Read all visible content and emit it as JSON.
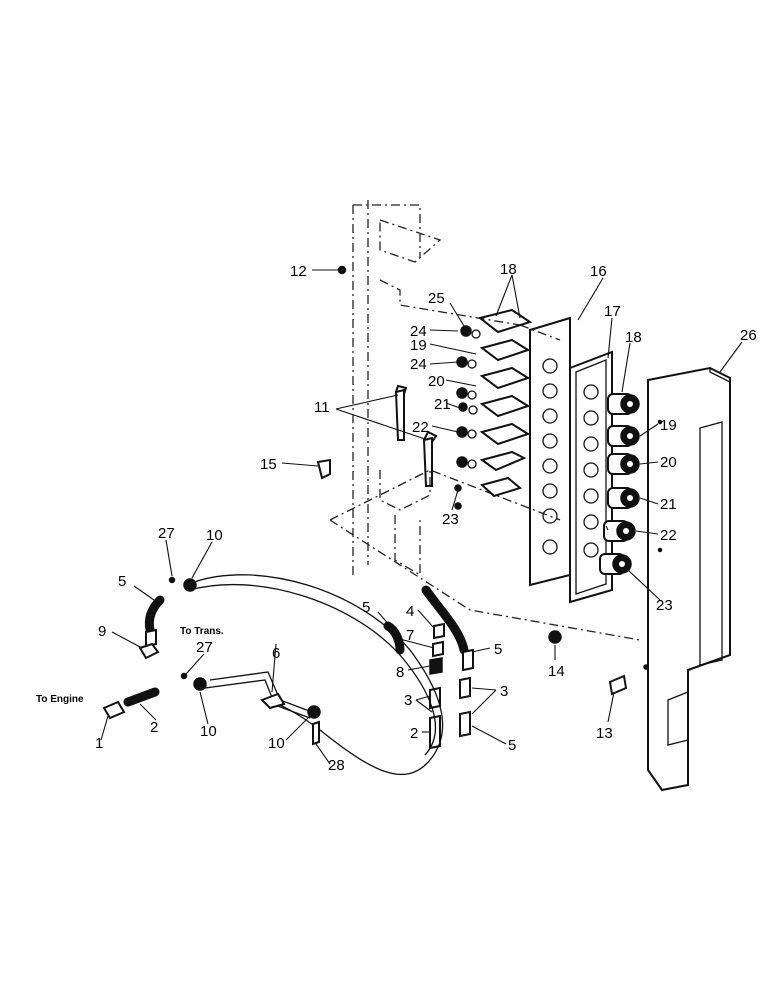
{
  "callouts": {
    "c1": "1",
    "c2a": "2",
    "c2b": "2",
    "c3a": "3",
    "c3b": "3",
    "c4": "4",
    "c5a": "5",
    "c5b": "5",
    "c5c": "5",
    "c5d": "5",
    "c6": "6",
    "c7": "7",
    "c8": "8",
    "c9": "9",
    "c10a": "10",
    "c10b": "10",
    "c10c": "10",
    "c11": "11",
    "c12": "12",
    "c13": "13",
    "c14": "14",
    "c15": "15",
    "c16": "16",
    "c17": "17",
    "c18a": "18",
    "c18b": "18",
    "c19a": "19",
    "c19b": "19",
    "c20a": "20",
    "c20b": "20",
    "c21a": "21",
    "c21b": "21",
    "c22a": "22",
    "c22b": "22",
    "c23a": "23",
    "c23b": "23",
    "c24a": "24",
    "c24b": "24",
    "c25": "25",
    "c26": "26",
    "c27a": "27",
    "c27b": "27",
    "c28": "28"
  },
  "notes": {
    "to_engine": "To Engine",
    "to_trans": "To Trans."
  }
}
